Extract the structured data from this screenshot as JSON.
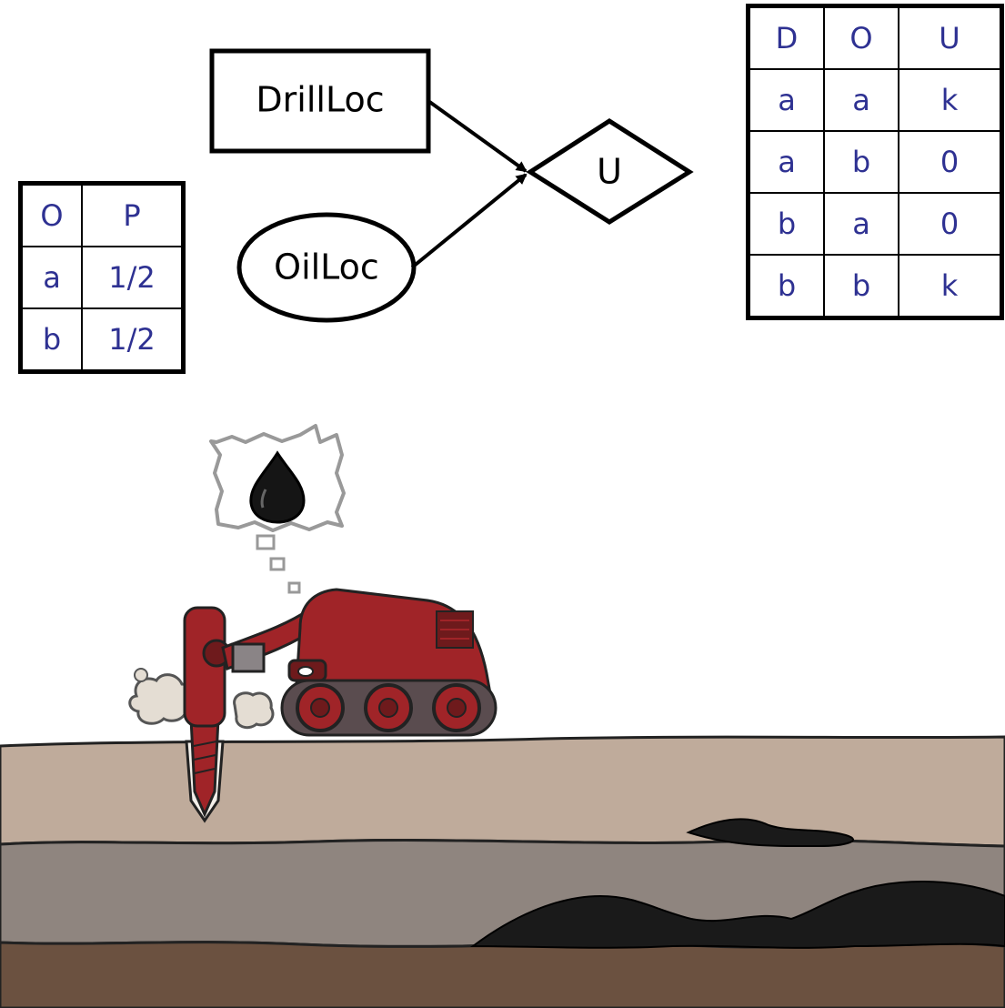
{
  "nodes": {
    "drillloc": "DrillLoc",
    "oilloc": "OilLoc",
    "utility": "U"
  },
  "table_op": {
    "headers": [
      "O",
      "P"
    ],
    "rows": [
      [
        "a",
        "1/2"
      ],
      [
        "b",
        "1/2"
      ]
    ]
  },
  "table_dou": {
    "headers": [
      "D",
      "O",
      "U"
    ],
    "rows": [
      [
        "a",
        "a",
        "k"
      ],
      [
        "a",
        "b",
        "0"
      ],
      [
        "b",
        "a",
        "0"
      ],
      [
        "b",
        "b",
        "k"
      ]
    ]
  },
  "colors": {
    "table_text": "#2e3192",
    "robot_red": "#a02428",
    "ground_top": "#bfab9b",
    "ground_mid": "#8f857f",
    "ground_bottom": "#6b5140",
    "oil": "#1a1a1a"
  },
  "icons": [
    "oil-drop-icon",
    "thought-bubble-icon",
    "drilling-robot-icon"
  ]
}
